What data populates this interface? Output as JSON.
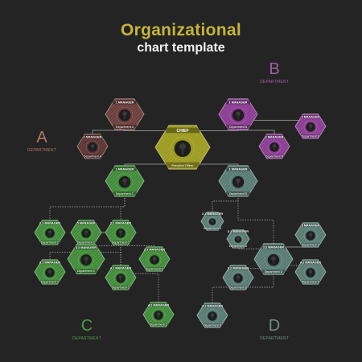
{
  "header": {
    "title": "Organizational",
    "subtitle": "chart template"
  },
  "departments": [
    {
      "id": "A",
      "letter": "A",
      "label": "DEPARTMENT",
      "color": "#b07868"
    },
    {
      "id": "B",
      "letter": "B",
      "label": "DEPARTMENT",
      "color": "#a05fa8"
    },
    {
      "id": "C",
      "letter": "C",
      "label": "DEPARTMENT",
      "color": "#4e9a46"
    },
    {
      "id": "D",
      "letter": "D",
      "label": "DEPARTMENT",
      "color": "#6d8f86"
    }
  ],
  "nodes": [
    {
      "id": "chief",
      "title": "CHIEF",
      "subtitle": "Executive Officer",
      "color": "#9c9a1e"
    },
    {
      "id": "a1",
      "title": "1 MANAGER",
      "subtitle": "Department A",
      "color": "#6a3c3a"
    },
    {
      "id": "a2",
      "title": "2 MANAGER",
      "subtitle": "Department A",
      "color": "#5a3230"
    },
    {
      "id": "b1",
      "title": "1 MANAGER",
      "subtitle": "Department B",
      "color": "#8a3a92"
    },
    {
      "id": "b2",
      "title": "2 MANAGER",
      "subtitle": "Department B",
      "color": "#8a3a92"
    },
    {
      "id": "b3",
      "title": "3 MANAGER",
      "subtitle": "Department B",
      "color": "#8a3a92"
    },
    {
      "id": "c1",
      "title": "1 MANAGER",
      "subtitle": "Department C",
      "color": "#3f8a38"
    },
    {
      "id": "d1",
      "title": "1 MANAGER",
      "subtitle": "Department D",
      "color": "#567a70"
    },
    {
      "id": "c21",
      "title": "2.1 MANAGER",
      "subtitle": "Department C",
      "color": "#3f8a38"
    },
    {
      "id": "c22",
      "title": "2.2 MANAGER",
      "subtitle": "Department C",
      "color": "#3f8a38"
    },
    {
      "id": "c31",
      "title": "3.1 MANAGER",
      "subtitle": "Department C",
      "color": "#3f8a38"
    },
    {
      "id": "c32",
      "title": "3.2 MANAGER",
      "subtitle": "Department C",
      "color": "#3f8a38"
    },
    {
      "id": "c33",
      "title": "3.3 MANAGER",
      "subtitle": "Department C",
      "color": "#3f8a38"
    },
    {
      "id": "c41",
      "title": "4.1 MANAGER",
      "subtitle": "Department C",
      "color": "#3f8a38"
    },
    {
      "id": "c42",
      "title": "4.2 MANAGER",
      "subtitle": "Department C",
      "color": "#3f8a38"
    },
    {
      "id": "c5",
      "title": "5 MANAGER",
      "subtitle": "Department C",
      "color": "#3f8a38"
    },
    {
      "id": "d21",
      "title": "2.1 MANAGER",
      "subtitle": "Department D",
      "color": "#567a70"
    },
    {
      "id": "d22",
      "title": "2.2 MANAGER",
      "subtitle": "Department D",
      "color": "#567a70"
    },
    {
      "id": "d31",
      "title": "3.1 MANAGER",
      "subtitle": "Department D",
      "color": "#567a70"
    },
    {
      "id": "d32",
      "title": "3.2 MANAGER",
      "subtitle": "Department D",
      "color": "#567a70"
    },
    {
      "id": "d41",
      "title": "4.1 MANAGER",
      "subtitle": "Department D",
      "color": "#567a70"
    },
    {
      "id": "d42",
      "title": "4.2 MANAGER",
      "subtitle": "Department D",
      "color": "#567a70"
    },
    {
      "id": "d5",
      "title": "5 MANAGER",
      "subtitle": "Department D",
      "color": "#567a70"
    },
    {
      "id": "d6",
      "title": "6 MANAGER",
      "subtitle": "Department D",
      "color": "#567a70"
    }
  ],
  "links": [
    [
      "chief",
      "a1"
    ],
    [
      "chief",
      "b1"
    ],
    [
      "chief",
      "c1"
    ],
    [
      "chief",
      "d1"
    ],
    [
      "a1",
      "a2"
    ],
    [
      "b1",
      "b2"
    ],
    [
      "b1",
      "b3"
    ],
    [
      "c1",
      "c21"
    ],
    [
      "c1",
      "c22"
    ],
    [
      "c22",
      "c31"
    ],
    [
      "c22",
      "c32"
    ],
    [
      "c22",
      "c33"
    ],
    [
      "c22",
      "c41"
    ],
    [
      "c22",
      "c42"
    ],
    [
      "c22",
      "c5"
    ],
    [
      "d1",
      "d21"
    ],
    [
      "d1",
      "d22"
    ],
    [
      "d22",
      "d31"
    ],
    [
      "d22",
      "d32"
    ],
    [
      "d22",
      "d41"
    ],
    [
      "d22",
      "d42"
    ],
    [
      "d22",
      "d5"
    ],
    [
      "d22",
      "d6"
    ]
  ]
}
